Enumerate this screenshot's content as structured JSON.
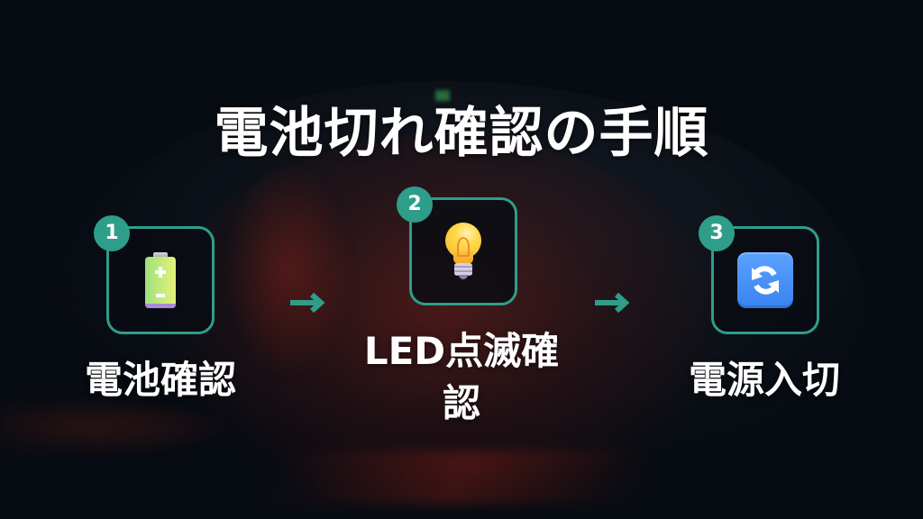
{
  "slide": {
    "title": "電池切れ確認の手順",
    "accent_color": "#2e9e8a",
    "background_color": "#070b12"
  },
  "steps": [
    {
      "number": "1",
      "icon": "battery-icon",
      "label": "電池確認"
    },
    {
      "number": "2",
      "icon": "light-bulb-icon",
      "label_line1": "LED点滅確",
      "label_line2": "認"
    },
    {
      "number": "3",
      "icon": "refresh-icon",
      "label": "電源入切"
    }
  ],
  "arrows": [
    {
      "icon": "arrow-right-icon"
    },
    {
      "icon": "arrow-right-icon"
    }
  ]
}
